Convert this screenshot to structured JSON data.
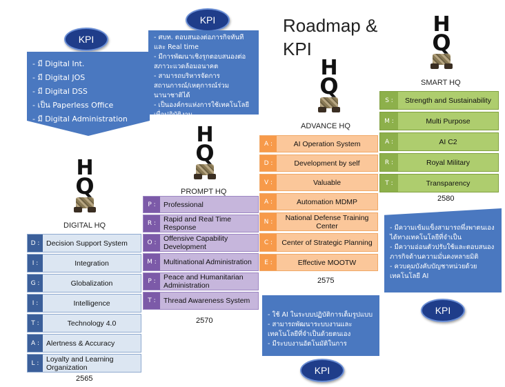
{
  "title": "Roadmap & KPI",
  "kpi_label": "KPI",
  "digital": {
    "label": "DIGITAL HQ",
    "year": "2565",
    "kpi_items": [
      "- มี Digital Int.",
      "- มี Digital JOS",
      "- มี Digital DSS",
      "- เป็น Paperless Office",
      "- มี Digital Administration"
    ],
    "rows": [
      {
        "letter": "D :",
        "text": "Decision Support System"
      },
      {
        "letter": "I :",
        "text": "Integration"
      },
      {
        "letter": "G :",
        "text": "Globalization"
      },
      {
        "letter": "I :",
        "text": "Intelligence"
      },
      {
        "letter": "T :",
        "text": "Technology 4.0"
      },
      {
        "letter": "A :",
        "text": "Alertness & Accuracy"
      },
      {
        "letter": "L :",
        "text": "Loyalty and Learning Organization"
      }
    ]
  },
  "prompt": {
    "label": "PROMPT HQ",
    "year": "2570",
    "kpi_items": [
      "- ศบท. ตอบสนองต่อภารกิจทันทีและ Real time",
      "- มีการพัฒนาเชิงรุกตอบสนองต่อสภาวะแวดล้อมอนาคต",
      "- สามารถบริหารจัดการสถานการณ์/เหตุการณ์ร่วมนานาชาติได้",
      "- เป็นองค์กรแห่งการใช้เทคโนโลยีเพื่อปฏิบัติงาน"
    ],
    "rows": [
      {
        "letter": "P :",
        "text": "Professional"
      },
      {
        "letter": "R :",
        "text": "Rapid and Real Time Response"
      },
      {
        "letter": "O :",
        "text": "Offensive Capability Development"
      },
      {
        "letter": "M :",
        "text": "Multinational Administration"
      },
      {
        "letter": "P :",
        "text": "Peace and Humanitarian Administration"
      },
      {
        "letter": "T :",
        "text": "Thread Awareness System"
      }
    ]
  },
  "advance": {
    "label": "ADVANCE HQ",
    "year": "2575",
    "kpi_items": [
      "- ใช้ AI ในระบบปฏิบัติการเต็มรูปแบบ",
      "- สามารถพัฒนาระบบงานและเทคโนโลยีที่จำเป็นด้วยตนเอง",
      "- มีระบบงานอัตโนมัติในการ"
    ],
    "rows": [
      {
        "letter": "A :",
        "text": "AI Operation System"
      },
      {
        "letter": "D :",
        "text": "Development by self"
      },
      {
        "letter": "V :",
        "text": "Valuable"
      },
      {
        "letter": "A :",
        "text": "Automation MDMP"
      },
      {
        "letter": "N :",
        "text": "National Defense Training Center"
      },
      {
        "letter": "C :",
        "text": "Center of Strategic Planning"
      },
      {
        "letter": "E :",
        "text": "Effective MOOTW"
      }
    ]
  },
  "smart": {
    "label": "SMART HQ",
    "year": "2580",
    "kpi_items": [
      "- มีความเข้มแข็งสามารถพึ่งพาตนเองได้ทางเทคโนโลยีที่จำเป็น",
      "- มีความอ่อนตัวปรับใช้และตอบสนองภารกิจด้านความมั่นคงหลายมิติ",
      "- ควบคุมบังคับบัญชาหน่วยด้วยเทคโนโลยี AI"
    ],
    "rows": [
      {
        "letter": "S :",
        "text": "Strength and Sustainability"
      },
      {
        "letter": "M :",
        "text": "Multi Purpose"
      },
      {
        "letter": "A :",
        "text": "AI C2"
      },
      {
        "letter": "R :",
        "text": "Royal Military"
      },
      {
        "letter": "T :",
        "text": "Transparency"
      }
    ]
  },
  "colors": {
    "blue_letter": "#3b5f9a",
    "blue_row": "#dce6f2",
    "blue_border": "#8ea9cf",
    "purple_letter": "#7c5aa8",
    "purple_row": "#c6b6dc",
    "purple_border": "#9c86c2",
    "orange_letter": "#f79a4a",
    "orange_row": "#fbc79a",
    "orange_border": "#f0a765",
    "green_letter": "#8db04b",
    "green_row": "#aecd6e",
    "green_border": "#7fa03e",
    "callout": "#4a78c0",
    "kpi_oval": "#1f3d8a"
  }
}
